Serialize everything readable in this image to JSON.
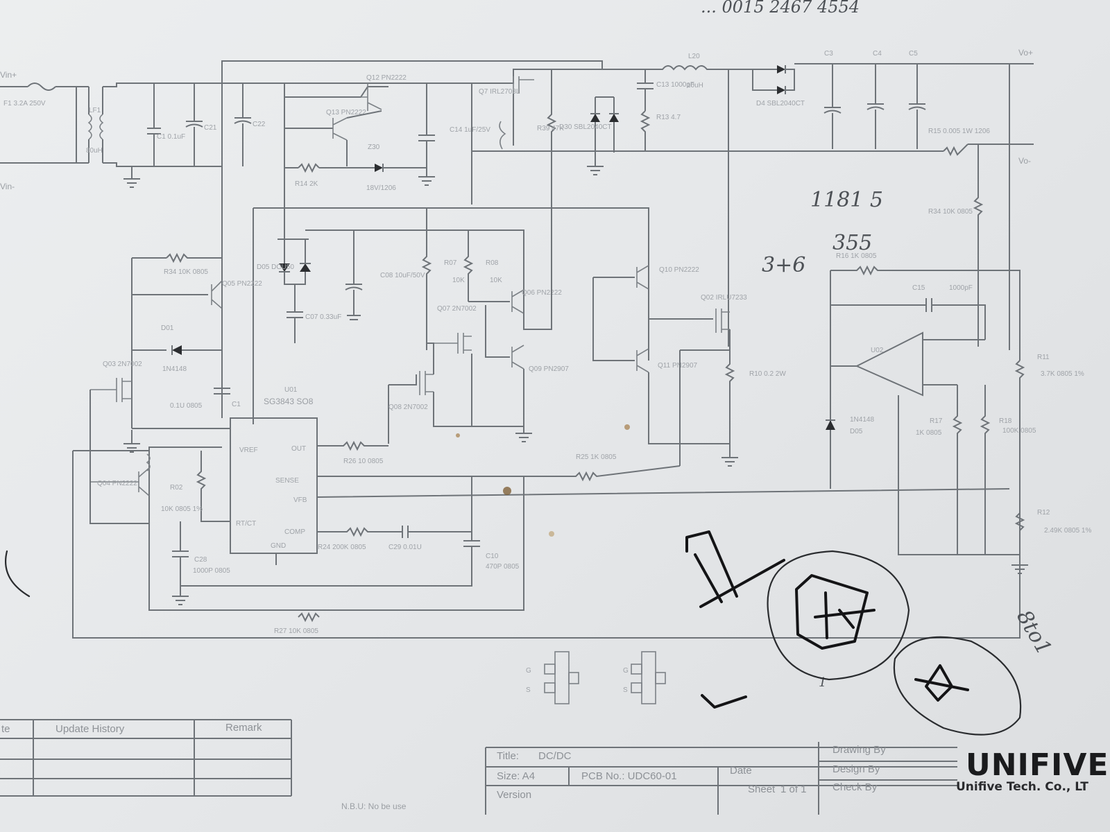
{
  "header": {
    "drawing_no_fragment": "... 0015 2467 4554"
  },
  "rails": {
    "vin_plus": "Vin+",
    "vin_minus": "Vin-",
    "vo_plus": "Vo+",
    "vo_minus": "Vo-"
  },
  "components": {
    "fuse": "F1  3.2A 250V",
    "lf1": "LF1",
    "lf1_value": "80uH",
    "c1": "C1  0.1uF",
    "c21": "C21",
    "c22": "C22",
    "q12": "Q12 PN2222",
    "q13": "Q13 PN2222",
    "z30": "Z30",
    "c14": "C14  1uF/25V",
    "q7": "Q7 IRL2703L",
    "r14": "R14  2K",
    "d_18v": "18V/1206",
    "l20": "L20",
    "l20_value": "10uH",
    "c13": "C13  1000pF",
    "r13": "R13  4.7",
    "r39": "R39  47K",
    "d30": "D30 SBL2040CT",
    "d4": "D4 SBL2040CT",
    "c_out1": "C3",
    "c_out2": "C4",
    "c_out3": "C5",
    "r15": "R15 0.005 1W 1206",
    "r_top": "R34  10K 0805",
    "q05": "Q05 PN2222",
    "d05": "D05 DCU50",
    "d01": "D01",
    "d01_value": "1N4148",
    "c07": "C07  0.33uF",
    "c08": "C08  10uF/50V",
    "r07": "R07",
    "r07_value": "10K",
    "r08": "R08",
    "r08_value": "10K",
    "q06": "Q06 PN2222",
    "q07": "Q07 2N7002",
    "q09": "Q09 PN2907",
    "q10": "Q10 PN2222",
    "q11": "Q11 PN2907",
    "q02": "Q02 IRLU7233",
    "r10": "R10  0.2 2W",
    "q03": "Q03 2N7002",
    "c_soft": "0.1U 0805",
    "c_ext": "C1",
    "u01": "U01",
    "u01_part": "SG3843 SO8",
    "pin_vref": "VREF",
    "pin_out": "OUT",
    "pin_sense": "SENSE",
    "pin_vfb": "VFB",
    "pin_rtct": "RT/CT",
    "pin_comp": "COMP",
    "pin_gnd": "GND",
    "q08": "Q08 2N7002",
    "r26": "R26  10 0805",
    "r25": "R25  1K 0805",
    "q04": "Q04 PN2222",
    "r02": "R02",
    "r02_value": "10K 0805 1%",
    "c28": "C28",
    "c28_value": "1000P 0805",
    "r24": "R24 200K 0805",
    "c29": "C29 0.01U",
    "c10": "C10",
    "c10_value": "470P 0805",
    "r27": "R27 10K 0805",
    "r_fb": "R16 1K 0805",
    "c15": "C15",
    "c15_value": "1000pF",
    "u02": "U02",
    "d_fb": "1N4148",
    "d_fb_name": "D05",
    "r17": "R17",
    "r17_value": "1K 0805",
    "r18": "R18",
    "r18_value": "100K 0805",
    "r11": "R11",
    "r11_value": "3.7K 0805 1%",
    "r12": "R12",
    "r12_value": "2.49K 0805 1%",
    "pkg_pin_g": "G",
    "pkg_pin_s": "S"
  },
  "handwriting": {
    "note1": "1181 5",
    "note2": "355",
    "note3": "3+6",
    "note4": "8to1",
    "mark_one": "1"
  },
  "update_table": {
    "col1": "te",
    "col2": "Update History",
    "col3": "Remark",
    "footnote": "N.B.U: No be use"
  },
  "title_block": {
    "title_label": "Title:",
    "title_value": "DC/DC",
    "size_label": "Size: A4",
    "pcb_label": "PCB No.: UDC60-01",
    "date_label": "Date",
    "version_label": "Version",
    "sheet_label": "Sheet",
    "sheet_value": "1 of 1",
    "drawing_by": "Drawing By",
    "design_by": "Design By",
    "check_by": "Check By"
  },
  "company": {
    "logo": "UNIFIVE",
    "name": "Unifive Tech. Co., LT"
  }
}
